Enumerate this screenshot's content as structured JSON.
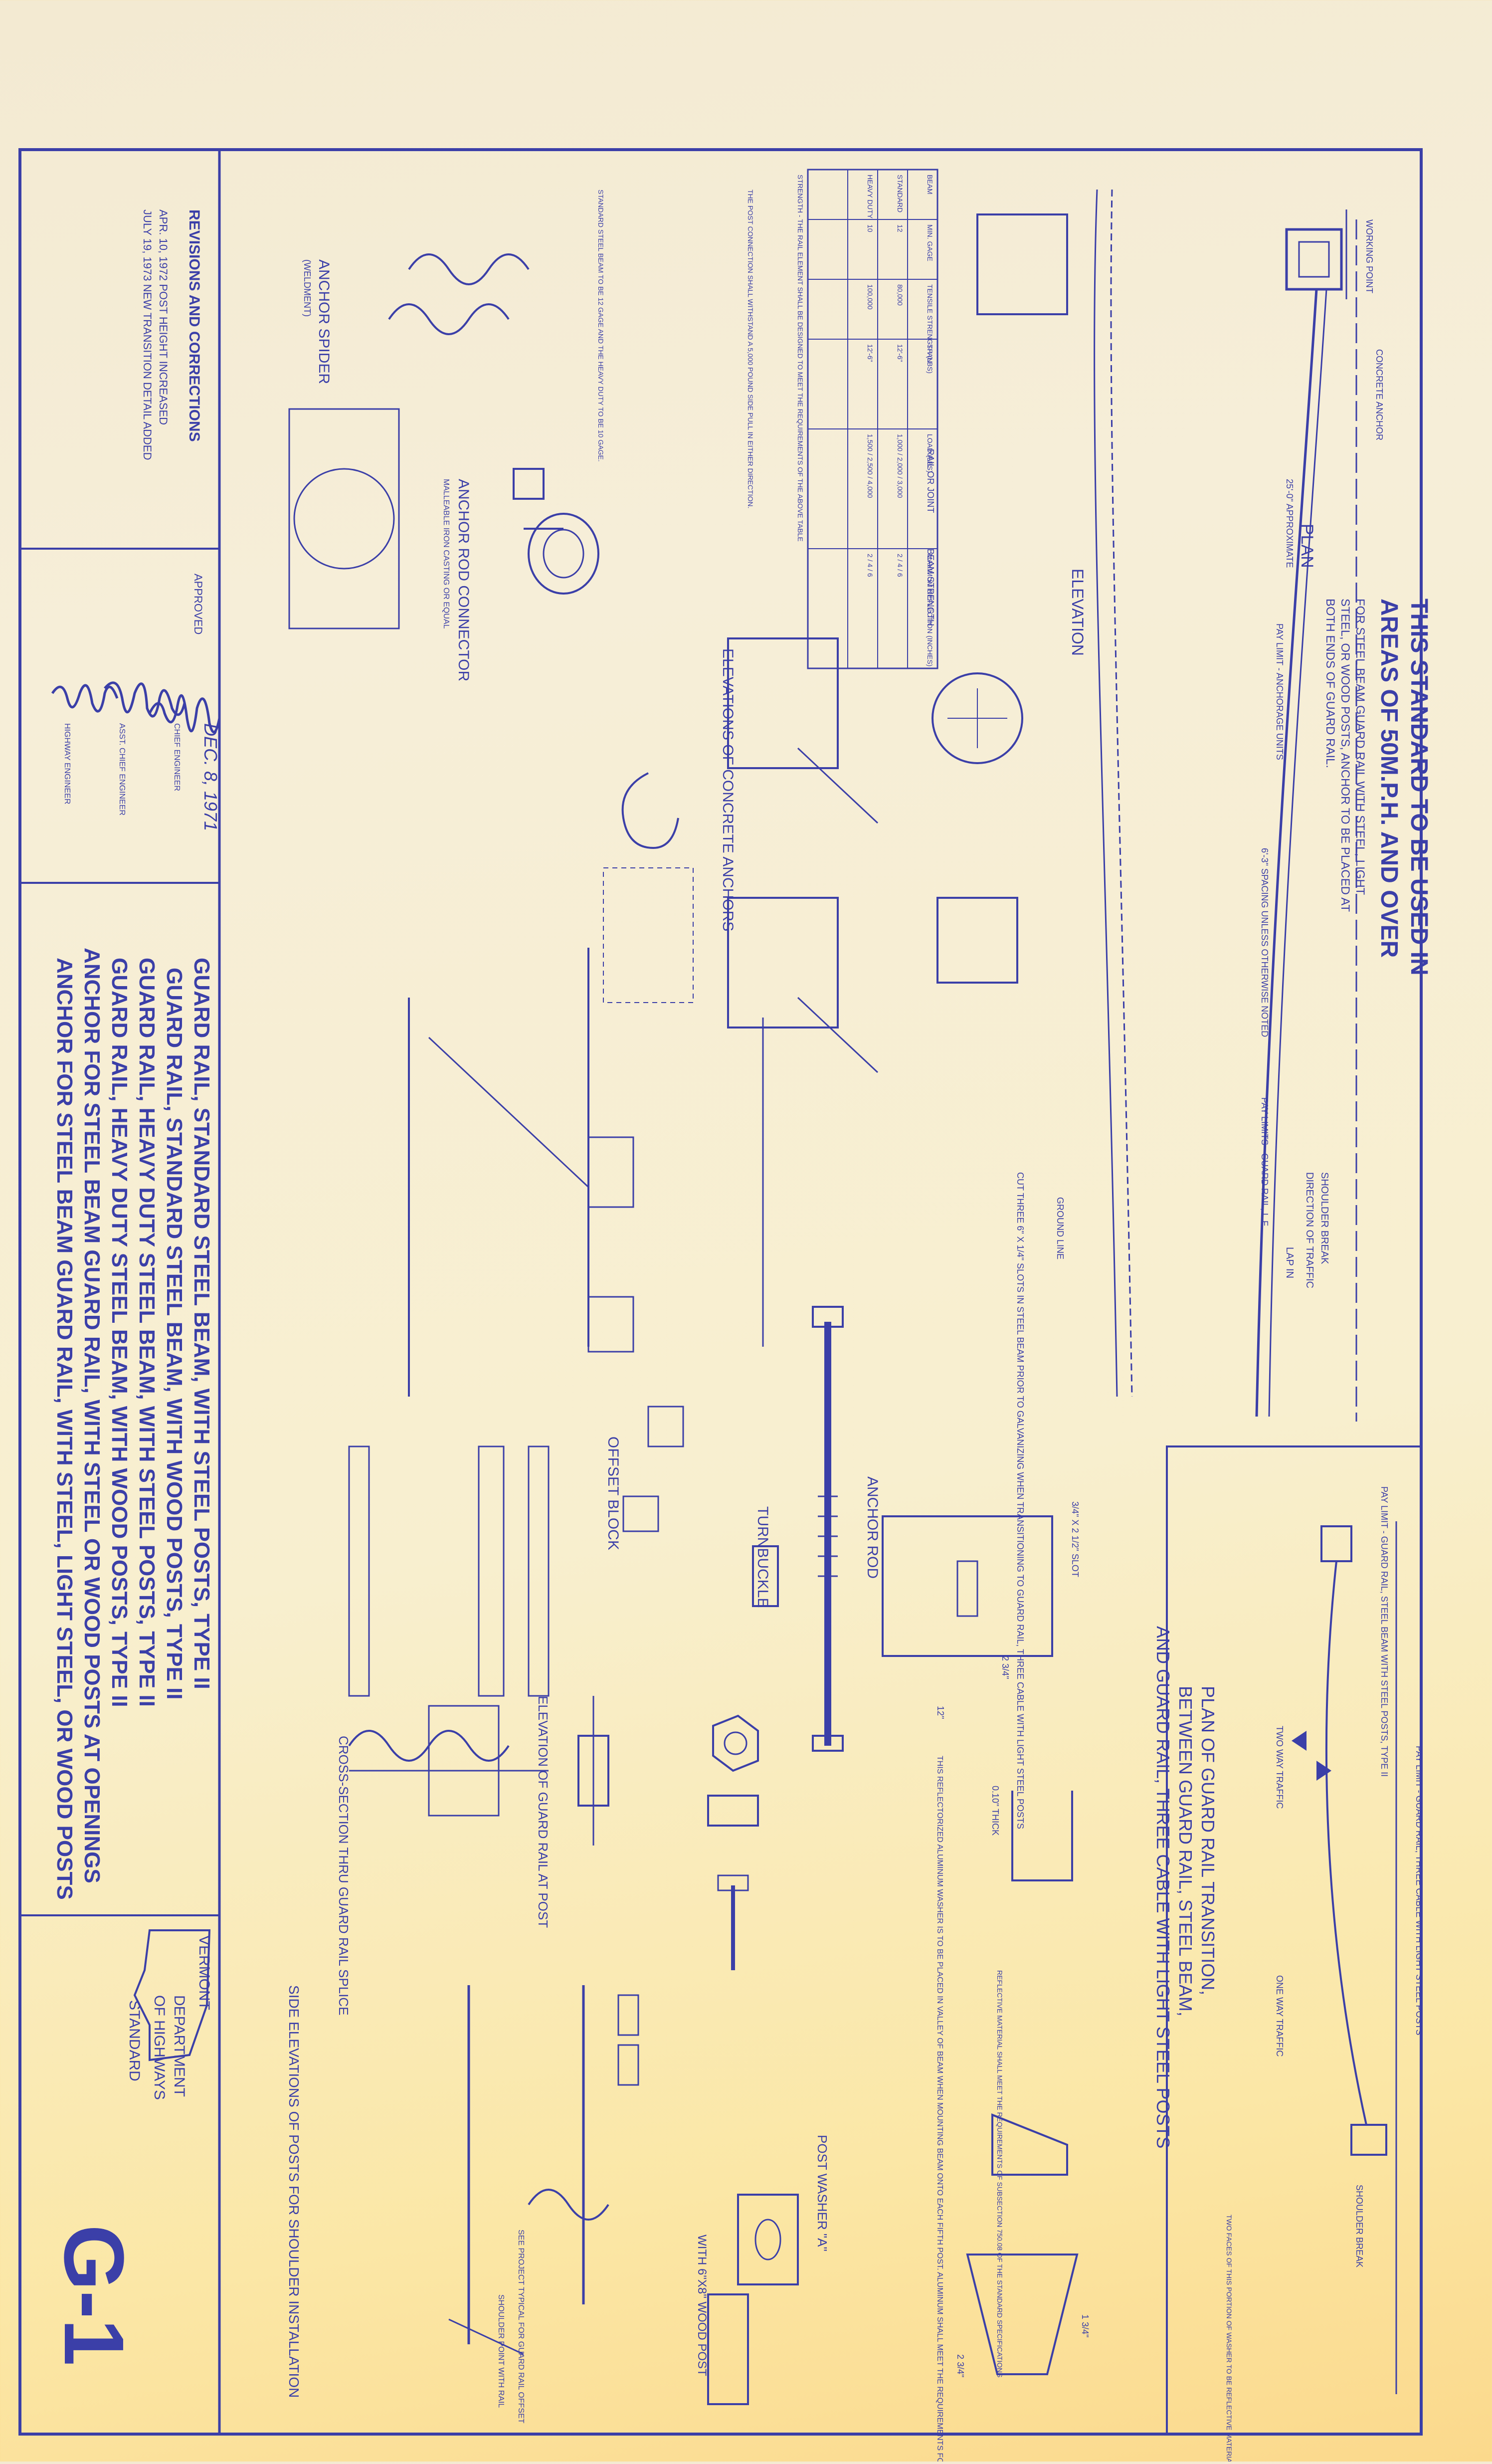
{
  "title_block": {
    "revisions_heading": "REVISIONS AND CORRECTIONS",
    "revision_1": "APR. 10, 1972  POST HEIGHT INCREASED",
    "revision_2": "JULY 19, 1973  NEW TRANSITION DETAIL ADDED",
    "approved_label": "APPROVED",
    "approved_date": "DEC. 8, 1971",
    "chief_engineer": "CHIEF ENGINEER",
    "asst_chief_engineer": "ASST. CHIEF ENGINEER",
    "highway_engineer": "HIGHWAY ENGINEER",
    "desc_lines": [
      "GUARD RAIL, STANDARD STEEL BEAM, WITH STEEL POSTS, TYPE II",
      "GUARD RAIL, STANDARD STEEL BEAM, WITH WOOD POSTS, TYPE II",
      "GUARD RAIL, HEAVY DUTY STEEL BEAM, WITH STEEL POSTS, TYPE II",
      "GUARD RAIL, HEAVY DUTY STEEL BEAM, WITH WOOD POSTS, TYPE II",
      "ANCHOR FOR STEEL BEAM GUARD RAIL, WITH STEEL OR WOOD POSTS AT OPENINGS",
      "ANCHOR FOR STEEL BEAM GUARD RAIL, WITH STEEL, LIGHT STEEL, OR WOOD POSTS"
    ],
    "state": "VERMONT",
    "department": "DEPARTMENT",
    "of_highways": "OF HIGHWAYS",
    "standard": "STANDARD",
    "sheet_number": "G-1"
  },
  "header_note": {
    "line1": "THIS STANDARD TO BE USED IN",
    "line2": "AREAS OF 50M.P.H. AND OVER",
    "line3": "FOR STEEL BEAM GUARD RAIL WITH STEEL, LIGHT",
    "line4": "STEEL, OR WOOD POSTS, ANCHOR TO BE PLACED AT",
    "line5": "BOTH ENDS OF GUARD RAIL."
  },
  "labels": {
    "plan": "PLAN",
    "elevation": "ELEVATION",
    "shoulder_break": "SHOULDER BREAK",
    "direction_of_traffic": "DIRECTION OF TRAFFIC",
    "lap_in": "LAP IN",
    "working_point": "WORKING POINT",
    "concrete_anchor": "CONCRETE ANCHOR",
    "pay_limit_anchorage": "PAY LIMIT - ANCHORAGE UNITS",
    "pay_limits_guard_rail": "PAY LIMITS - GUARD RAIL, L.F.",
    "approximate": "25'-0\" APPROXIMATE",
    "spacing_note": "6'-3\" SPACING UNLESS OTHERWISE NOTED",
    "cut_slots": "CUT THREE 6\" X 1/4\" SLOTS IN STEEL BEAM PRIOR TO GALVANIZING WHEN TRANSITIONING TO GUARD RAIL, THREE CABLE WITH LIGHT STEEL POSTS",
    "ground_line": "GROUND LINE",
    "elevations_of_concrete_anchors": "ELEVATIONS OF CONCRETE ANCHORS",
    "anchor_rod_connector": "ANCHOR ROD CONNECTOR",
    "anchor_rod_connector_sub": "MALLEABLE IRON CASTING OR EQUAL",
    "anchor_spider": "ANCHOR SPIDER",
    "anchor_spider_sub": "(WELDMENT)",
    "rail_or_joint": "RAIL OR JOINT",
    "beam_strength": "BEAM STRENGTH",
    "table_note": "STRENGTH - THE RAIL ELEMENT SHALL BE DESIGNED TO MEET THE REQUIREMENTS OF THE ABOVE TABLE",
    "post_connection_note": "THE POST CONNECTION SHALL WITHSTAND A 5,000 POUND SIDE PULL IN EITHER DIRECTION.",
    "standard_beam_note": "STANDARD STEEL BEAM TO BE 12 GAGE AND THE HEAVY DUTY TO BE 10 GAGE.",
    "anchor_rod": "ANCHOR ROD",
    "turnbuckle": "TURNBUCKLE",
    "offset_block": "OFFSET BLOCK",
    "elevation_of_guard_rail_at_post": "ELEVATION OF GUARD RAIL AT POST",
    "cross_section_thru_splice": "CROSS-SECTION THRU GUARD RAIL SPLICE",
    "side_elevations": "SIDE ELEVATIONS OF POSTS FOR SHOULDER INSTALLATION",
    "post_washer_a": "POST WASHER \"A\"",
    "with_wood_post": "WITH 6\"X8\" WOOD POST",
    "transition_title_1": "PLAN OF GUARD RAIL TRANSITION,",
    "transition_title_2": "BETWEEN GUARD RAIL, STEEL BEAM,",
    "transition_title_3": "AND GUARD RAIL, THREE CABLE WITH LIGHT STEEL POSTS",
    "two_way_traffic": "TWO WAY TRAFFIC",
    "one_way_traffic": "ONE WAY TRAFFIC",
    "pay_limit_three_cable": "PAY LIMIT - GUARD RAIL, THREE CABLE WITH LIGHT STEEL POSTS",
    "pay_limit_steel_beam": "PAY LIMIT - GUARD RAIL, STEEL BEAM WITH STEEL POSTS, TYPE II",
    "reflector_note": "THIS REFLECTORIZED ALUMINUM WASHER IS TO BE PLACED IN VALLEY OF BEAM WHEN MOUNTING BEAM ONTO EACH FIFTH POST. ALUMINUM SHALL MEET THE REQUIREMENTS FOR ASTM B 209 ALLOY 5052-H32.",
    "reflective_material": "REFLECTIVE MATERIAL SHALL MEET THE REQUIREMENTS OF SUBSECTION 750.08 OF THE STANDARD SPECIFICATIONS",
    "two_faces": "TWO FACES OF THIS PORTION OF WASHER TO BE REFLECTIVE MATERIAL",
    "shoulder_point_with_rail": "SHOULDER POINT WITH RAIL",
    "see_project_typical": "SEE PROJECT TYPICAL FOR GUARD RAIL OFFSET",
    "dim_2_3_4": "2 3/4\"",
    "dim_1_3_4": "1 3/4\"",
    "dim_3_4_slot": "3/4\" X 2 1/2\" SLOT",
    "dim_12": "12\"",
    "dim_010_thick": "0.10\" THICK"
  },
  "table": {
    "headers": [
      "BEAM",
      "MIN. GAGE",
      "TENSILE STRENGTH (LBS)",
      "SPAN",
      "LOAD (LBS)",
      "MAXIMUM DEFLECTION (INCHES)"
    ],
    "rows": [
      [
        "STANDARD",
        "12",
        "80,000",
        "12'-6\"",
        "1,000 / 2,000 / 3,000",
        "2 / 4 / 6"
      ],
      [
        "HEAVY DUTY",
        "10",
        "100,000",
        "12'-6\"",
        "1,500 / 2,500 / 4,000",
        "2 / 4 / 6"
      ]
    ]
  }
}
